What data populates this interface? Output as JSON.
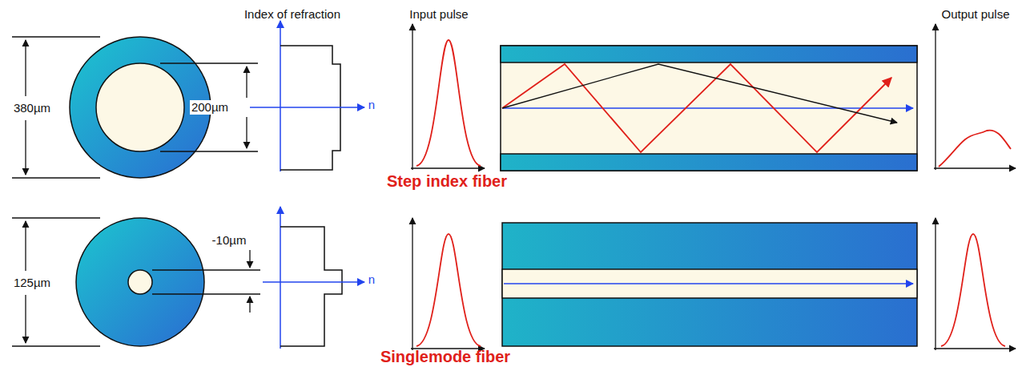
{
  "diagram": {
    "labels": [
      "Index of refraction",
      "Input pulse",
      "Output pulse",
      "380µm",
      "200µm",
      "n",
      "Step index fiber",
      "-10µm",
      "125µm",
      "n",
      "Singlemode fiber"
    ]
  }
}
